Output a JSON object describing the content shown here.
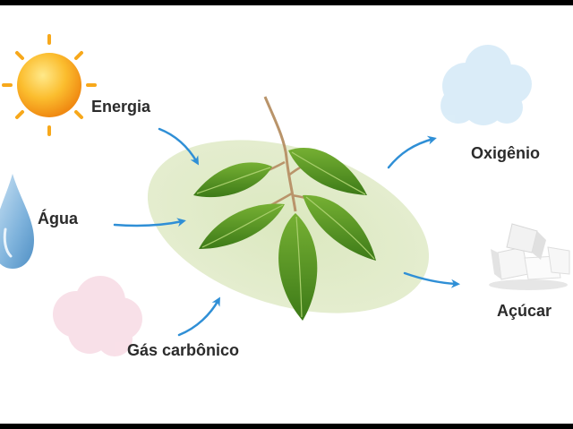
{
  "labels": {
    "energia": "Energia",
    "agua": "Água",
    "gas_carbonico": "Gás carbônico",
    "oxigenio": "Oxigênio",
    "acucar": "Açúcar"
  },
  "colors": {
    "arrow": "#2f8fd6",
    "leaf": "#4e8d22",
    "ellipse": "#dfeac6",
    "sun": "#f7a81b",
    "water": "#7fb3dc",
    "oxygen_cloud": "#d9ecf8",
    "co2_cloud": "#f8dde6"
  },
  "icons": [
    "sun-icon",
    "water-drop-icon",
    "co2-cloud-icon",
    "leaf-branch-icon",
    "oxygen-cloud-icon",
    "sugar-cubes-icon"
  ]
}
